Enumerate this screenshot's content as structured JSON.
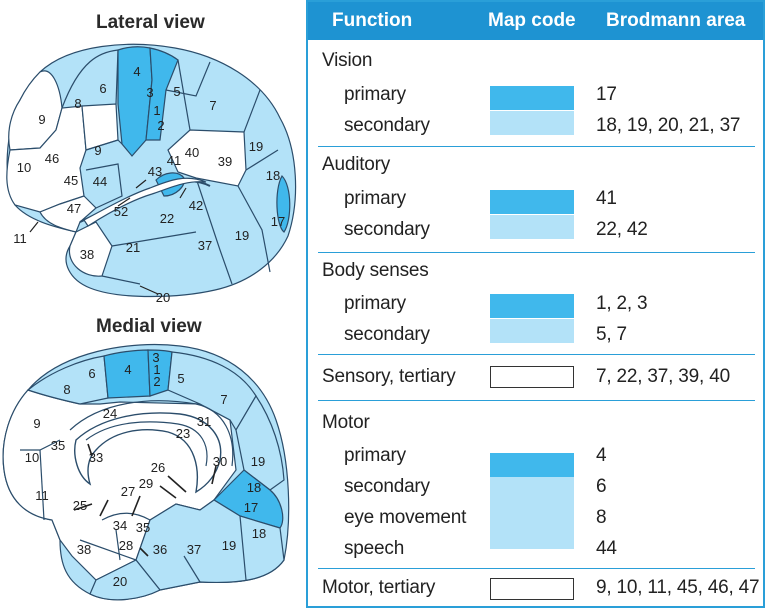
{
  "views": {
    "lateral_title": "Lateral view",
    "medial_title": "Medial view"
  },
  "colors": {
    "primary": "#40b8ec",
    "secondary": "#b3e2f8",
    "tertiary": "#ffffff",
    "header": "#1e93d2",
    "border": "#2a9fd8"
  },
  "lateral_labels": [
    "4",
    "6",
    "8",
    "3",
    "1",
    "2",
    "5",
    "7",
    "9",
    "46",
    "9",
    "10",
    "45",
    "44",
    "47",
    "11",
    "43",
    "41",
    "40",
    "39",
    "19",
    "18",
    "17",
    "52",
    "42",
    "22",
    "21",
    "37",
    "19",
    "38",
    "20"
  ],
  "medial_labels": [
    "6",
    "8",
    "4",
    "3",
    "1",
    "2",
    "5",
    "7",
    "9",
    "24",
    "31",
    "23",
    "35",
    "33",
    "10",
    "26",
    "30",
    "19",
    "11",
    "27",
    "29",
    "18",
    "17",
    "25",
    "34",
    "35",
    "28",
    "36",
    "37",
    "19",
    "18",
    "38",
    "20"
  ],
  "legend": {
    "headers": {
      "function": "Function",
      "map_code": "Map code",
      "brodmann": "Brodmann area"
    },
    "groups": [
      {
        "name": "Vision",
        "rows": [
          {
            "label": "primary",
            "code": "primary",
            "areas": "17"
          },
          {
            "label": "secondary",
            "code": "secondary",
            "areas": "18, 19, 20, 21, 37"
          }
        ]
      },
      {
        "name": "Auditory",
        "rows": [
          {
            "label": "primary",
            "code": "primary",
            "areas": "41"
          },
          {
            "label": "secondary",
            "code": "secondary",
            "areas": "22, 42"
          }
        ]
      },
      {
        "name": "Body senses",
        "rows": [
          {
            "label": "primary",
            "code": "primary",
            "areas": "1, 2, 3"
          },
          {
            "label": "secondary",
            "code": "secondary",
            "areas": "5, 7"
          }
        ]
      },
      {
        "name": "Sensory, tertiary",
        "code": "tertiary",
        "areas": "7, 22, 37, 39, 40"
      },
      {
        "name": "Motor",
        "rows": [
          {
            "label": "primary",
            "code": "primary",
            "areas": "4"
          },
          {
            "label": "secondary",
            "code": "secondary",
            "areas": "6"
          },
          {
            "label": "eye movement",
            "code": "secondary",
            "areas": "8"
          },
          {
            "label": "speech",
            "code": "secondary",
            "areas": "44"
          }
        ]
      },
      {
        "name": "Motor, tertiary",
        "code": "tertiary",
        "areas": "9, 10, 11, 45, 46, 47"
      }
    ]
  }
}
